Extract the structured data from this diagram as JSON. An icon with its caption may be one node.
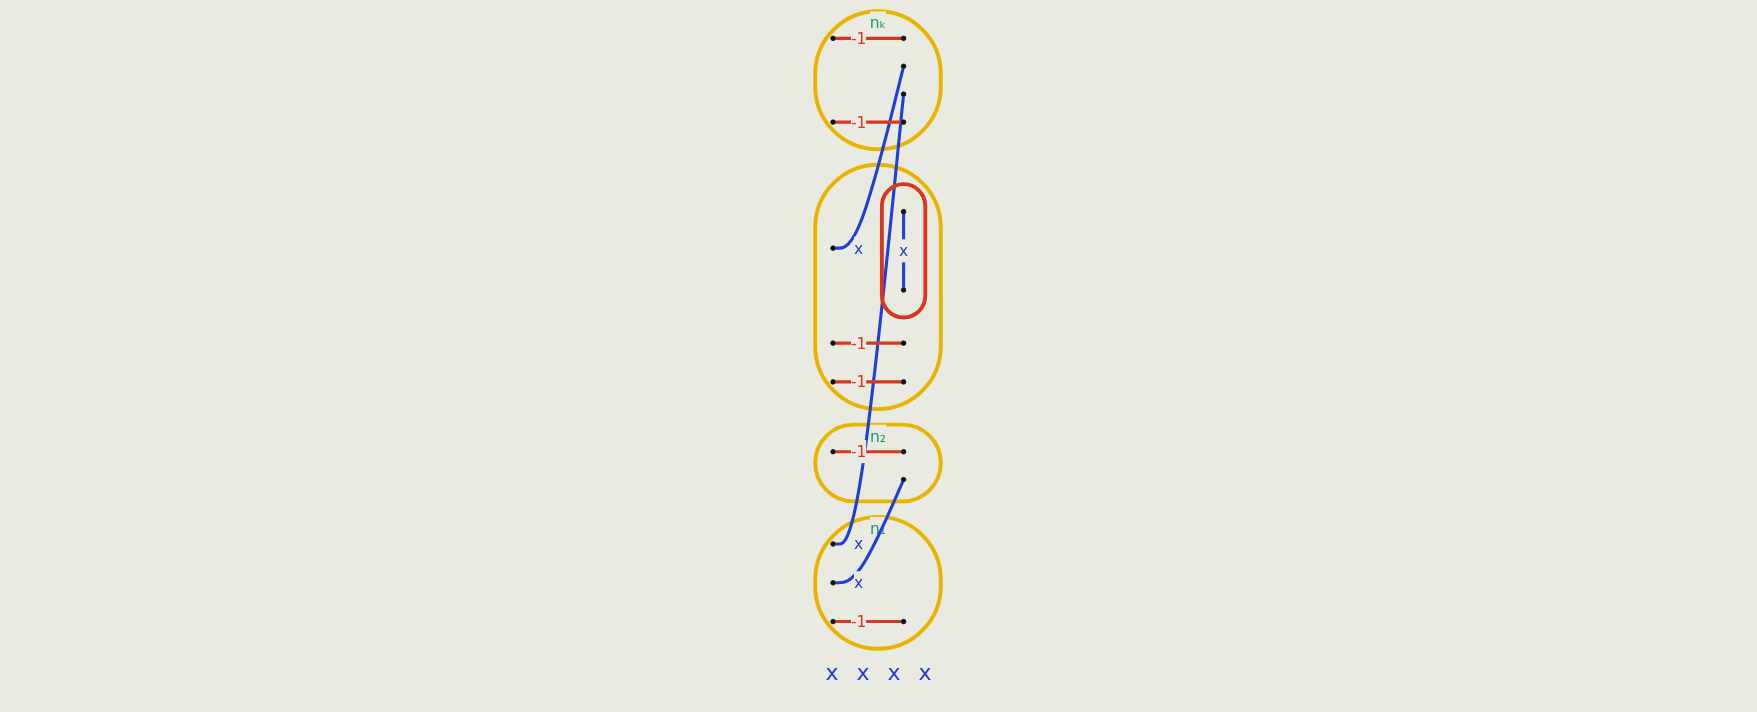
{
  "diagram": {
    "nodes": [
      {
        "text": [
          "n₁"
        ]
      },
      {
        "text": [],
        "shape": "circle",
        "in": 0
      },
      {
        "text": [],
        "shape": "circle",
        "in": 0
      },
      {
        "text": [],
        "shape": "circle",
        "in": 0
      },
      {
        "text": [],
        "shape": "circle",
        "in": 0
      },
      {
        "text": [
          "n₂"
        ]
      },
      {
        "text": [],
        "shape": "circle",
        "in": 5
      },
      {
        "text": [],
        "shape": "circle",
        "in": 5
      },
      {
        "text": [],
        "shape": "circle",
        "in": 5
      },
      {
        "text": [],
        "shape": "ellipse"
      },
      {
        "text": [],
        "shape": "circle",
        "in": 9
      },
      {
        "text": [],
        "shape": "circle",
        "in": 9
      },
      {
        "text": [],
        "shape": "circle",
        "in": 9
      },
      {
        "text": [],
        "shape": "ellipse",
        "in": 9
      },
      {
        "text": [],
        "shape": "circle",
        "in": 13
      },
      {
        "text": [],
        "shape": "circle",
        "in": 13
      },
      {
        "text": [],
        "shape": "circle",
        "in": 9
      },
      {
        "text": [],
        "shape": "circle",
        "in": 9
      },
      {
        "text": [
          "nₖ"
        ]
      },
      {
        "text": [],
        "shape": "circle",
        "in": 18
      },
      {
        "text": [],
        "shape": "circle",
        "in": 18
      },
      {
        "text": [],
        "shape": "circle",
        "in": 18
      },
      {
        "text": [],
        "shape": "circle",
        "in": 18
      },
      {
        "text": [],
        "shape": "circle",
        "in": 18
      },
      {
        "text": [],
        "shape": "circle",
        "in": 18
      }
    ],
    "edges": [
      {
        "from": 1,
        "to": 2,
        "arrow": "none",
        "label": "-1"
      },
      {
        "from": 4,
        "to": 8,
        "arrow": "none",
        "label": "x",
        "color": "#1f3fd6"
      },
      {
        "from": 3,
        "to": 22,
        "arrow": "none",
        "label": "x",
        "color": "#1f3fd6"
      },
      {
        "from": 6,
        "to": 7,
        "arrow": "none",
        "label": "-1"
      },
      {
        "from": 10,
        "to": 11,
        "arrow": "none",
        "label": "-1"
      },
      {
        "from": 12,
        "to": 21,
        "arrow": "none",
        "label": "x",
        "color": "#1f3fd6"
      },
      {
        "from": 14,
        "to": 15,
        "arrow": "none",
        "label": "x",
        "color": "#1f3fd6"
      },
      {
        "from": 16,
        "to": 17,
        "arrow": "none",
        "label": "-1"
      },
      {
        "from": 19,
        "to": 20,
        "arrow": "none",
        "label": "-1"
      },
      {
        "from": 23,
        "to": 24,
        "arrow": "none",
        "label": "-1"
      }
    ],
    "labels": [
      "x",
      "x",
      "x",
      "x"
    ]
  }
}
